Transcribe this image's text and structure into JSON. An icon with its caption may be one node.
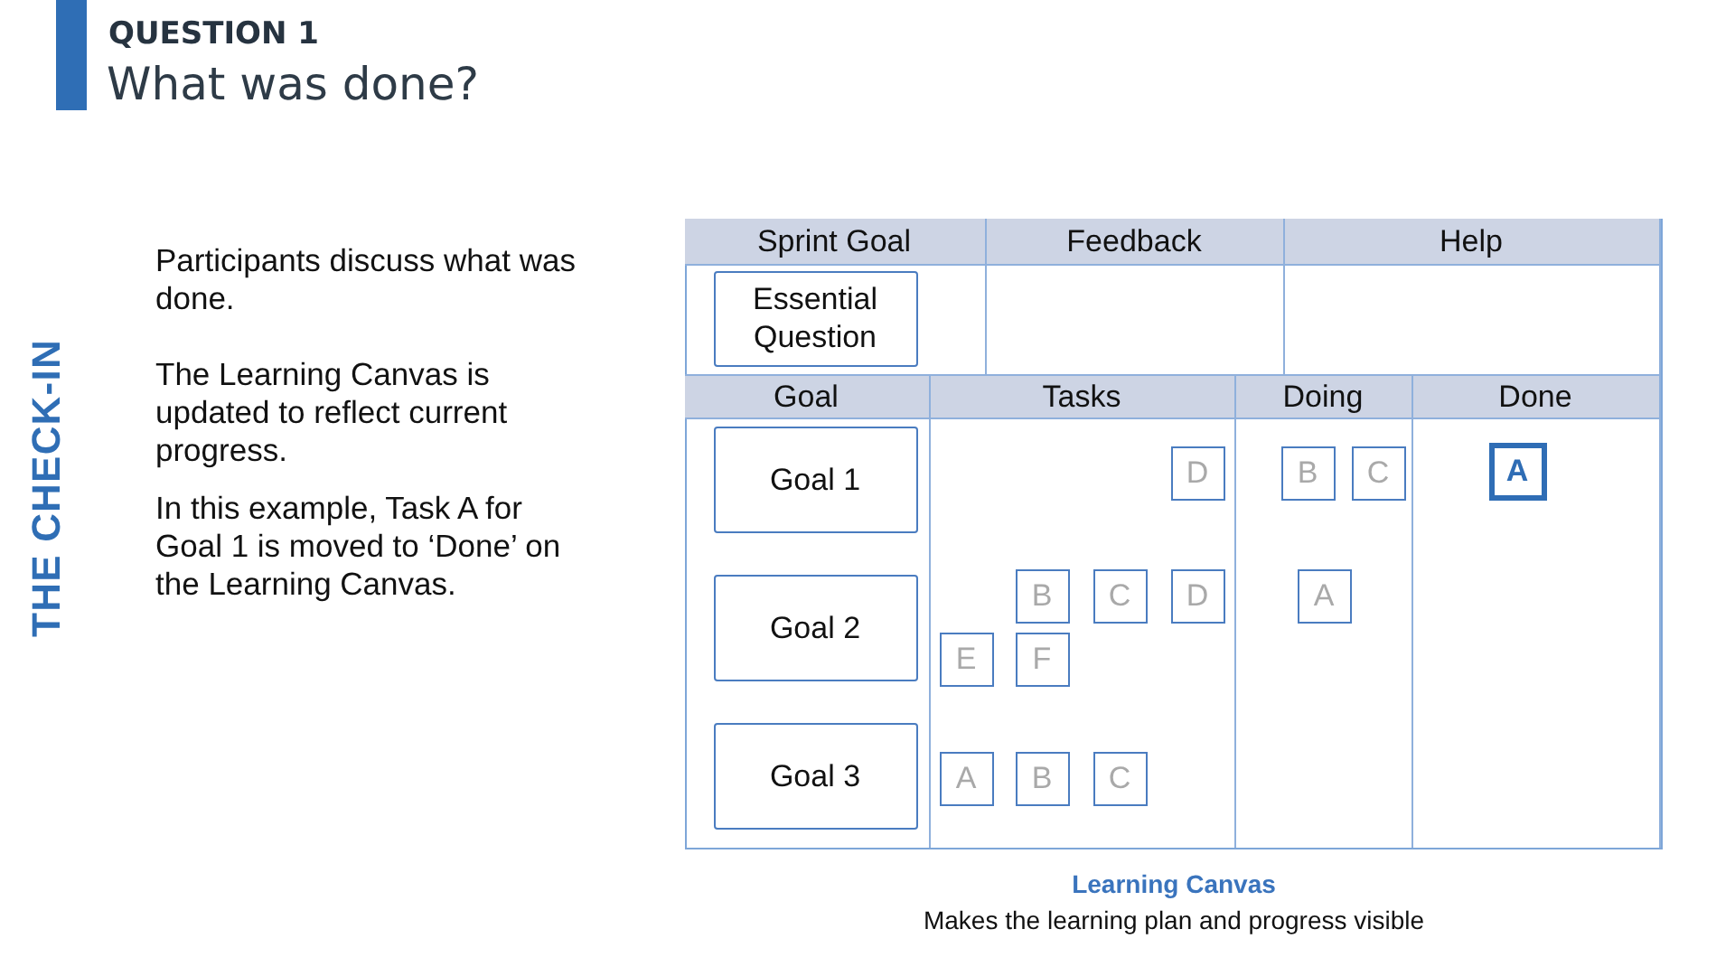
{
  "diagram": {
    "title": "What was done?",
    "nodes": [
      {
        "text": [],
        "shape": "box",
        "beside": [
          "Learning Canvas",
          "Makes the learning plan and progress visible"
        ]
      },
      {
        "text": [
          "Sprint Goal"
        ],
        "in": 0
      },
      {
        "text": [
          "Essential Question"
        ],
        "in": 1
      },
      {
        "text": [
          "Feedback"
        ],
        "in": 0
      },
      {
        "text": [
          "Help"
        ],
        "in": 0
      },
      {
        "text": [
          "Goal"
        ],
        "in": 0
      },
      {
        "text": [
          "Goal 1"
        ],
        "in": 5
      },
      {
        "text": [
          "Goal 2"
        ],
        "in": 5
      },
      {
        "text": [
          "Goal 3"
        ],
        "in": 5
      },
      {
        "text": [
          "Tasks"
        ],
        "in": 0
      },
      {
        "text": [
          "D"
        ],
        "in": 9
      },
      {
        "text": [
          "B"
        ],
        "in": 9
      },
      {
        "text": [
          "C"
        ],
        "in": 9
      },
      {
        "text": [
          "D"
        ],
        "in": 9
      },
      {
        "text": [
          "E"
        ],
        "in": 9
      },
      {
        "text": [
          "F"
        ],
        "in": 9
      },
      {
        "text": [
          "A"
        ],
        "in": 9
      },
      {
        "text": [
          "B"
        ],
        "in": 9
      },
      {
        "text": [
          "C"
        ],
        "in": 9
      },
      {
        "text": [
          "Doing"
        ],
        "in": 0
      },
      {
        "text": [
          "B"
        ],
        "in": 19
      },
      {
        "text": [
          "C"
        ],
        "in": 19
      },
      {
        "text": [
          "A"
        ],
        "in": 19
      },
      {
        "text": [
          "Done"
        ],
        "in": 0
      },
      {
        "text": [
          "A"
        ],
        "in": 23
      }
    ],
    "labels": [
      "QUESTION 1",
      "THE CHECK-IN",
      "Participants discuss what was done.",
      "The Learning Canvas is updated to reflect current progress.",
      "In this example, Task A for Goal 1 is moved to ‘Done’ on the Learning Canvas."
    ]
  }
}
